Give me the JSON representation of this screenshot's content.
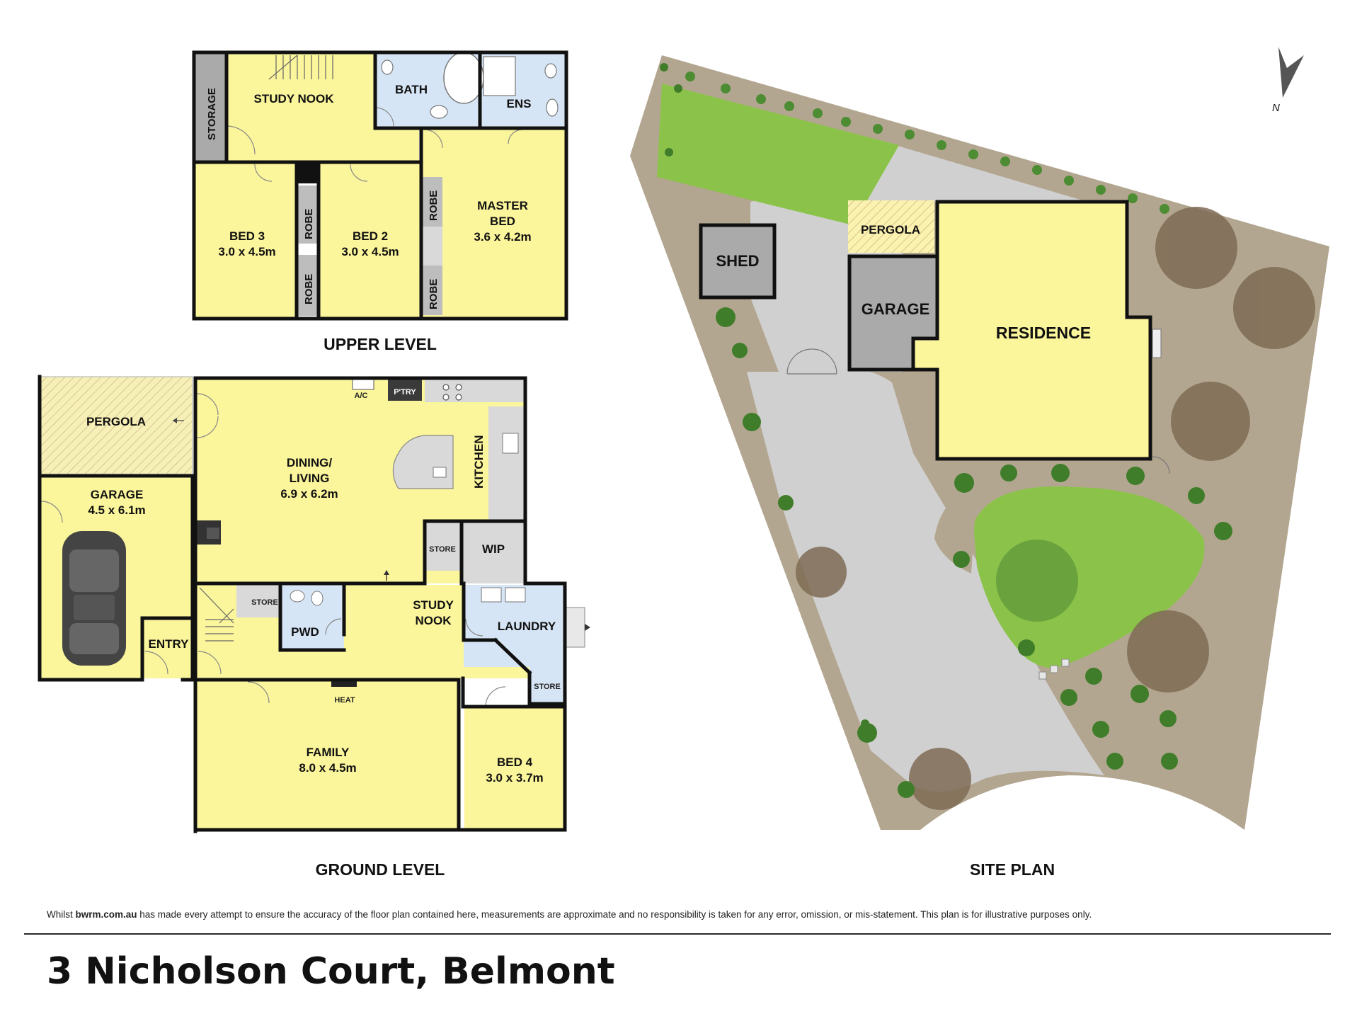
{
  "colors": {
    "room_fill": "#fbf59b",
    "wet_fill": "#d6e5f5",
    "robe_fill": "#bdbdbd",
    "garage_fill": "#aaaaaa",
    "lawn": "#8bc34a",
    "garden": "#b3a690",
    "driveway": "#d0d0d0",
    "wall": "#111111"
  },
  "upper_level": {
    "heading": "UPPER LEVEL",
    "storage": "STORAGE",
    "study_nook": "STUDY NOOK",
    "bath": "BATH",
    "ens": "ENS",
    "bed3_name": "BED 3",
    "bed3_size": "3.0 x 4.5m",
    "bed2_name": "BED 2",
    "bed2_size": "3.0 x 4.5m",
    "robe_a": "ROBE",
    "robe_b": "ROBE",
    "robe_c": "ROBE",
    "robe_d": "ROBE",
    "master_line1": "MASTER",
    "master_line2": "BED",
    "master_size": "3.6 x 4.2m"
  },
  "ground_level": {
    "heading": "GROUND LEVEL",
    "pergola": "PERGOLA",
    "garage_name": "GARAGE",
    "garage_size": "4.5 x 6.1m",
    "entry": "ENTRY",
    "dining_line1": "DINING/",
    "dining_line2": "LIVING",
    "dining_size": "6.9 x 6.2m",
    "ac": "A/C",
    "pantry": "P'TRY",
    "kitchen": "KITCHEN",
    "store_kitchen": "STORE",
    "wip": "WIP",
    "store_stair": "STORE",
    "pwd": "PWD",
    "study_line1": "STUDY",
    "study_line2": "NOOK",
    "laundry": "LAUNDRY",
    "store_laundry": "STORE",
    "heat": "HEAT",
    "family_name": "FAMILY",
    "family_size": "8.0 x 4.5m",
    "bed4_name": "BED 4",
    "bed4_size": "3.0 x 3.7m"
  },
  "site_plan": {
    "heading": "SITE PLAN",
    "shed": "SHED",
    "pergola": "PERGOLA",
    "garage": "GARAGE",
    "residence": "RESIDENCE",
    "north": "N"
  },
  "footer": {
    "disclaimer_prefix": "Whilst ",
    "disclaimer_site": "bwrm.com.au",
    "disclaimer_rest": " has made every attempt to ensure the accuracy of the floor plan contained here, measurements are approximate and no responsibility is taken for any error, omission, or mis-statement. This plan is for illustrative purposes only.",
    "address": "3 Nicholson Court, Belmont"
  }
}
